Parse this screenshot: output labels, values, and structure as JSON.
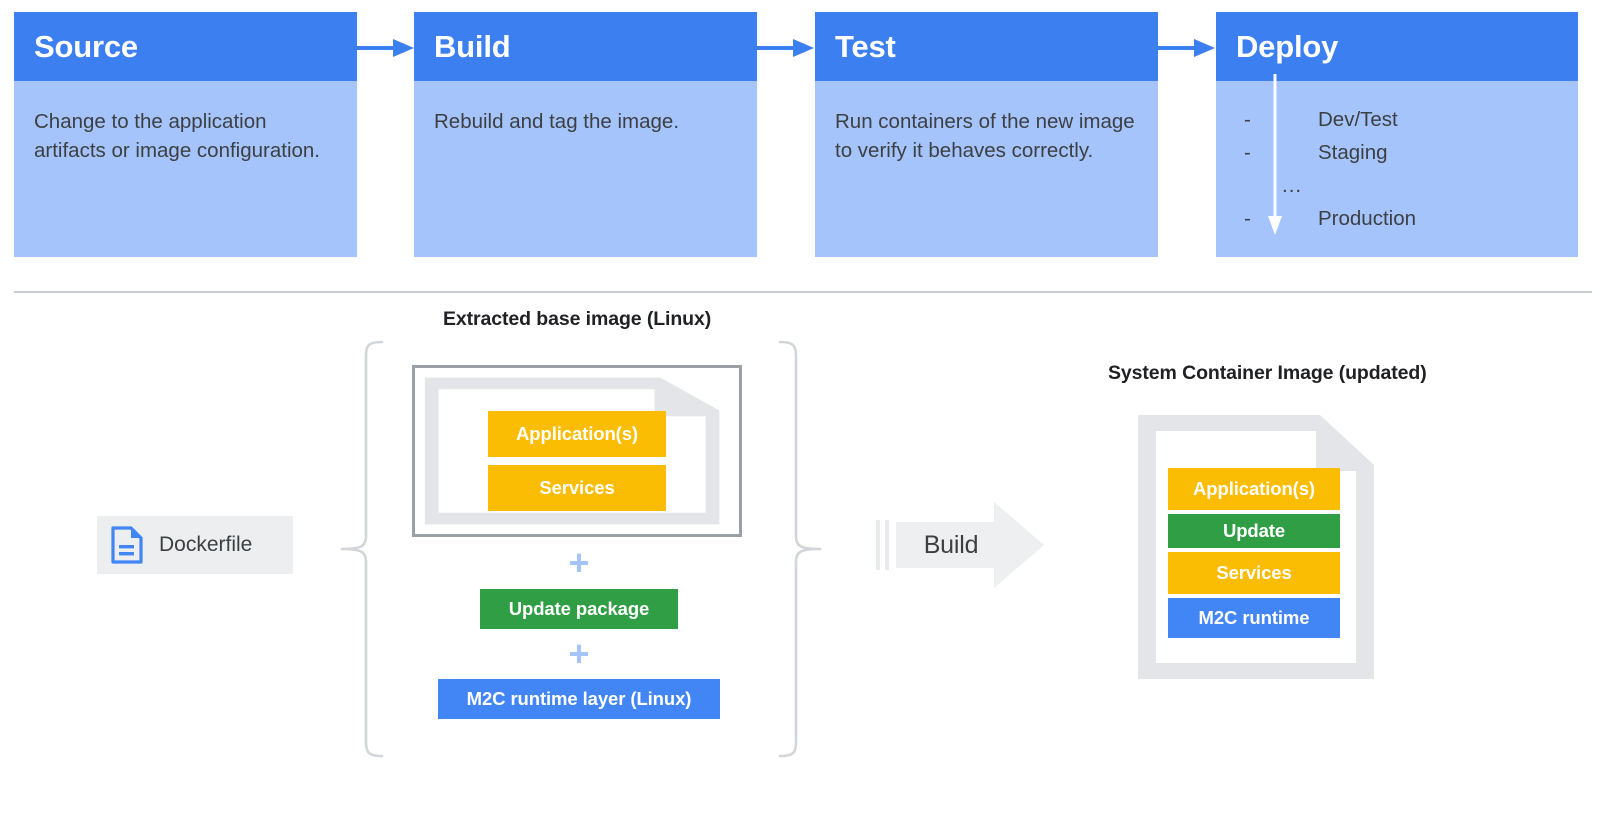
{
  "pipeline": {
    "stages": [
      {
        "title": "Source",
        "body": "Change to the application artifacts or image configuration."
      },
      {
        "title": "Build",
        "body": "Rebuild and tag the image."
      },
      {
        "title": "Test",
        "body": "Run containers of the new image to verify it behaves correctly."
      },
      {
        "title": "Deploy",
        "body": ""
      }
    ],
    "deploy_items": [
      {
        "dash": "-",
        "label": "Dev/Test"
      },
      {
        "dash": "-",
        "label": "Staging"
      },
      {
        "dash": "",
        "label": "..."
      },
      {
        "dash": "-",
        "label": "Production"
      }
    ],
    "connector_icon": "arrow-right-icon",
    "deploy_arrow_icon": "arrow-down-icon"
  },
  "lower": {
    "base_image_caption": "Extracted base image (Linux)",
    "system_image_caption": "System Container Image (updated)",
    "dockerfile": {
      "label": "Dockerfile",
      "icon": "file-document-icon"
    },
    "base_layers": [
      {
        "label": "Application(s)",
        "color": "#fbbc04"
      },
      {
        "label": "Services",
        "color": "#fbbc04"
      }
    ],
    "operators": {
      "plus": "+"
    },
    "update_package": {
      "label": "Update package",
      "color": "#2f9e44"
    },
    "m2c_runtime_layer": {
      "label": "M2C runtime layer (Linux)",
      "color": "#4285f4"
    },
    "build_arrow": {
      "label": "Build",
      "icon": "arrow-right-block-icon"
    },
    "system_layers": [
      {
        "label": "Application(s)",
        "color": "#fbbc04"
      },
      {
        "label": "Update",
        "color": "#2f9e44"
      },
      {
        "label": "Services",
        "color": "#fbbc04"
      },
      {
        "label": "M2C runtime",
        "color": "#4285f4"
      }
    ],
    "brace_icon": "curly-brace-icon"
  },
  "colors": {
    "header_blue": "#3b7ff0",
    "body_blue": "#a5c4fc",
    "yellow": "#fbbc04",
    "green": "#2f9e44",
    "blue": "#4285f4",
    "gray_border": "#9aa0a6",
    "divider": "#c8cbd0"
  }
}
